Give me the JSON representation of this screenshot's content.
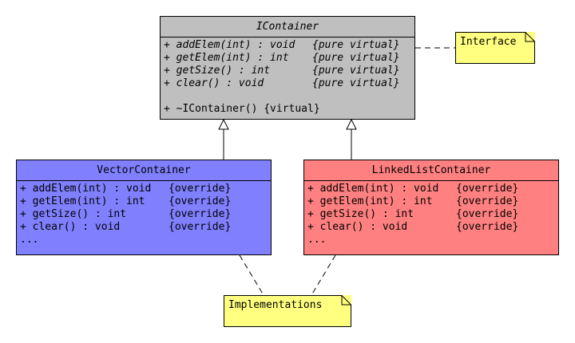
{
  "colors": {
    "interface_fill": "#bfbfbf",
    "vector_fill": "#8080ff",
    "linked_fill": "#ff8080",
    "note_fill": "#ffff80",
    "line": "#000000"
  },
  "icontainer": {
    "title": "IContainer",
    "methods": [
      {
        "sig": "+ addElem(int) : void",
        "mod": "{pure virtual}"
      },
      {
        "sig": "+ getElem(int) : int",
        "mod": "{pure virtual}"
      },
      {
        "sig": "+ getSize() : int",
        "mod": "{pure virtual}"
      },
      {
        "sig": "+ clear() : void",
        "mod": "{pure virtual}"
      }
    ],
    "destructor": "+ ~IContainer() {virtual}"
  },
  "vector": {
    "title": "VectorContainer",
    "methods": [
      {
        "sig": "+ addElem(int) : void",
        "mod": "{override}"
      },
      {
        "sig": "+ getElem(int) : int",
        "mod": "{override}"
      },
      {
        "sig": "+ getSize() : int",
        "mod": "{override}"
      },
      {
        "sig": "+ clear() : void",
        "mod": "{override}"
      }
    ],
    "ellipsis": "..."
  },
  "linked": {
    "title": "LinkedListContainer",
    "methods": [
      {
        "sig": "+ addElem(int) : void",
        "mod": "{override}"
      },
      {
        "sig": "+ getElem(int) : int",
        "mod": "{override}"
      },
      {
        "sig": "+ getSize() : int",
        "mod": "{override}"
      },
      {
        "sig": "+ clear() : void",
        "mod": "{override}"
      }
    ],
    "ellipsis": "..."
  },
  "notes": {
    "interface": "Interface",
    "implementations": "Implementations"
  }
}
